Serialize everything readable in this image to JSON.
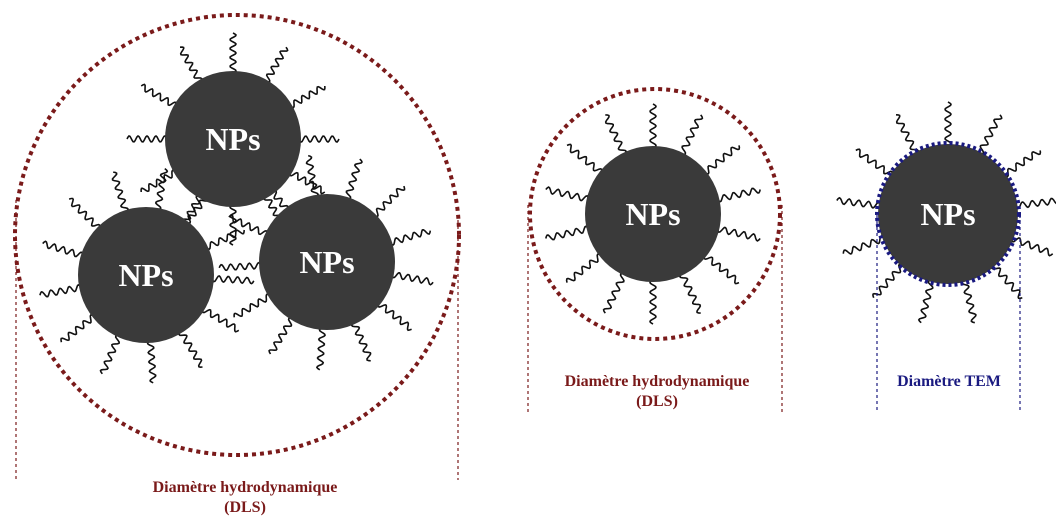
{
  "nanoparticle_label": "NPs",
  "captions": {
    "left": {
      "line1": "Diamètre hydrodynamique",
      "line2": "(DLS)"
    },
    "middle": {
      "line1": "Diamètre hydrodynamique",
      "line2": "(DLS)"
    },
    "right": {
      "line1": "Diamètre TEM"
    }
  },
  "colors": {
    "particle": "#3a3a3a",
    "dls_circle": "#7a1a1a",
    "tem_circle": "#1a1a80",
    "ligand": "#111111"
  }
}
